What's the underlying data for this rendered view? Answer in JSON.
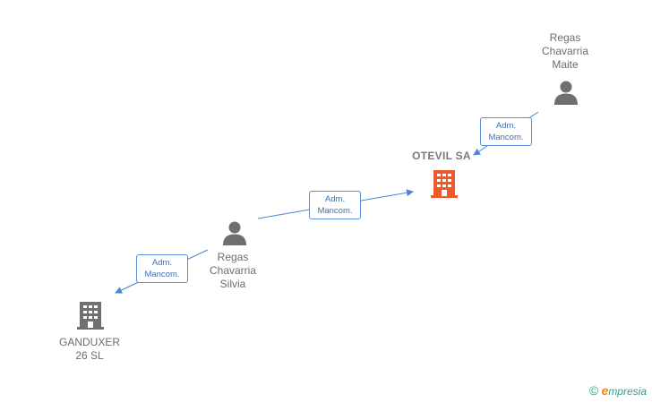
{
  "nodes": {
    "maite": {
      "label": "Regas\nChavarria\nMaite",
      "type": "person"
    },
    "otevil": {
      "label": "OTEVIL SA",
      "type": "company-main"
    },
    "silvia": {
      "label": "Regas\nChavarria\nSilvia",
      "type": "person"
    },
    "ganduxer": {
      "label": "GANDUXER\n26  SL",
      "type": "company"
    }
  },
  "edges": [
    {
      "from": "maite",
      "to": "otevil",
      "line1": "Adm.",
      "line2": "Mancom."
    },
    {
      "from": "silvia",
      "to": "otevil",
      "line1": "Adm.",
      "line2": "Mancom."
    },
    {
      "from": "silvia",
      "to": "ganduxer",
      "line1": "Adm.",
      "line2": "Mancom."
    }
  ],
  "colors": {
    "edge": "#4a86d4",
    "person_icon": "#6f6f6f",
    "company_icon": "#707070",
    "company_main_icon": "#f0592a"
  },
  "icons": {
    "person": "person-icon",
    "company": "building-icon",
    "company_main": "building-icon"
  },
  "brand": {
    "copyright": "©",
    "initial": "e",
    "name": "mpresia"
  }
}
